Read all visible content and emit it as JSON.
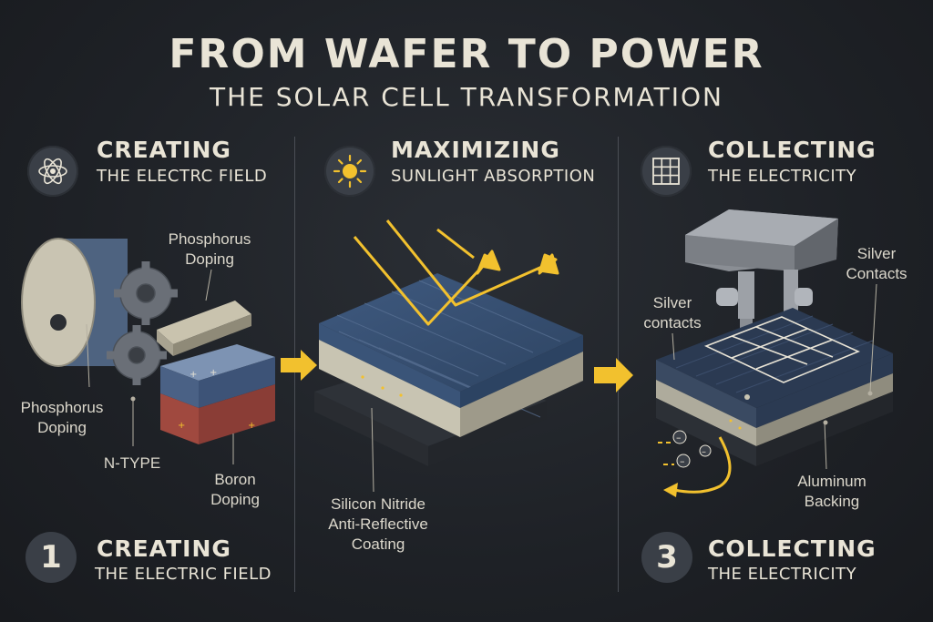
{
  "header": {
    "title": "FROM WAFER TO POWER",
    "subtitle": "THE SOLAR CELL TRANSFORMATION"
  },
  "sections": [
    {
      "icon": "atom-icon",
      "heading": "CREATING",
      "subheading": "THE ELECTRC FIELD",
      "labels": {
        "phosphorus_top": "Phosphorus\nDoping",
        "phosphorus_left": "Phosphorus\nDoping",
        "n_type": "N-TYPE",
        "boron": "Boron\nDoping"
      },
      "step_number": "1",
      "footer_heading": "CREATING",
      "footer_subheading": "THE ELECTRIC FIELD"
    },
    {
      "icon": "sun-icon",
      "heading": "MAXIMIZING",
      "subheading": "SUNLIGHT ABSORPTION",
      "labels": {
        "coating": "Silicon Nitride\nAnti-Reflective\nCoating"
      }
    },
    {
      "icon": "grid-icon",
      "heading": "COLLECTING",
      "subheading": "THE ELECTRICITY",
      "labels": {
        "silver_left": "Silver\ncontacts",
        "silver_right": "Silver\nContacts",
        "aluminum": "Aluminum\nBacking"
      },
      "step_number": "3",
      "footer_heading": "COLLECTING",
      "footer_subheading": "THE ELECTRICITY"
    }
  ],
  "colors": {
    "background": "#1f2227",
    "accent_yellow": "#f2c12e",
    "panel_blue": "#3a5478",
    "text": "#e9e4d6"
  }
}
